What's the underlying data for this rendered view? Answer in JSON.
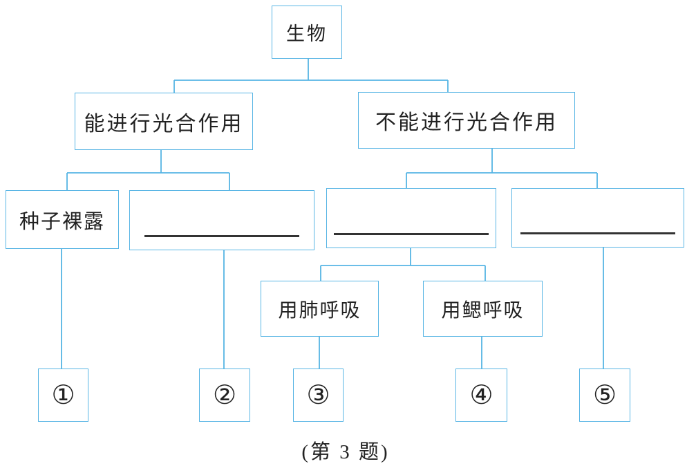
{
  "diagram": {
    "caption": "(第 3 题)",
    "accent_color": "#56b4e4",
    "blank_line_color": "#333333",
    "nodes": {
      "root": "生物",
      "can_photosynthesis": "能进行光合作用",
      "cannot_photosynthesis": "不能进行光合作用",
      "seeds_exposed": "种子裸露",
      "breathe_lungs": "用肺呼吸",
      "breathe_gills": "用鳃呼吸",
      "answer1": "①",
      "answer2": "②",
      "answer3": "③",
      "answer4": "④",
      "answer5": "⑤"
    }
  }
}
